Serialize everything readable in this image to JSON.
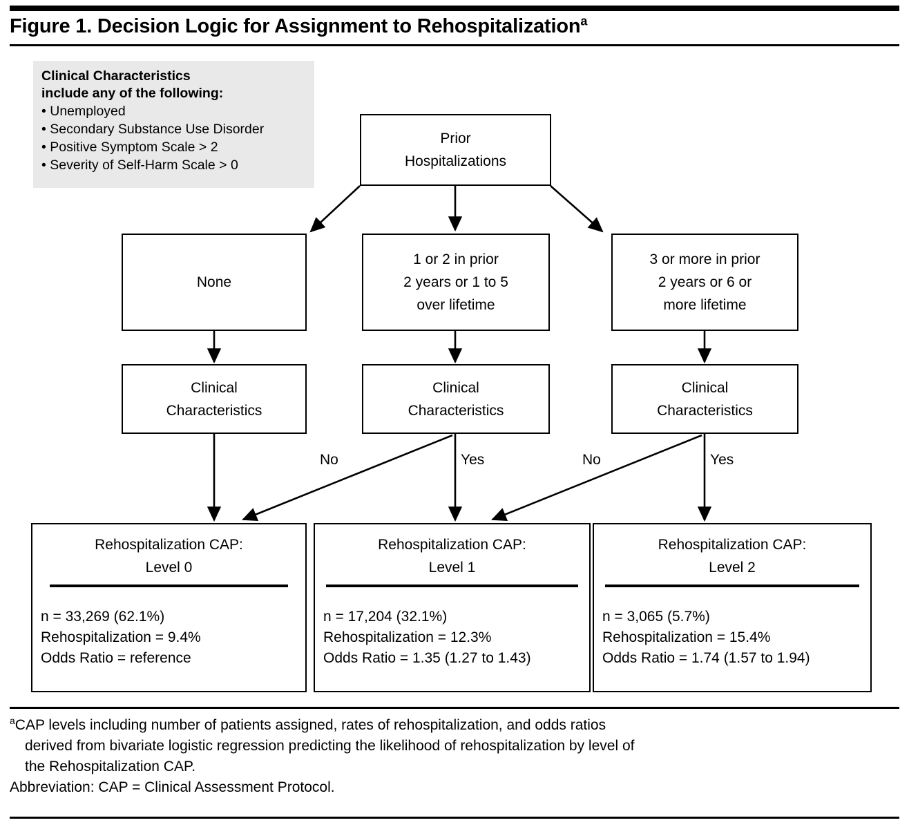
{
  "figure": {
    "title": "Figure 1. Decision Logic for Assignment to Rehospitalization",
    "title_superscript": "a"
  },
  "legend": {
    "heading_line1": "Clinical Characteristics",
    "heading_line2": "include any of the following:",
    "items": [
      "• Unemployed",
      "• Secondary Substance Use Disorder",
      "• Positive Symptom Scale > 2",
      "• Severity of Self-Harm Scale > 0"
    ]
  },
  "flow": {
    "root": {
      "line1": "Prior",
      "line2": "Hospitalizations"
    },
    "branches": [
      {
        "id": "none",
        "line1": "None",
        "line2": "",
        "line3": ""
      },
      {
        "id": "one-or-two",
        "line1": "1 or 2 in prior",
        "line2": "2 years or 1 to 5",
        "line3": "over lifetime"
      },
      {
        "id": "three-or-more",
        "line1": "3 or more in prior",
        "line2": "2  years or 6 or",
        "line3": "more lifetime"
      }
    ],
    "clinical_box": {
      "line1": "Clinical",
      "line2": "Characteristics"
    },
    "edge_labels": {
      "no": "No",
      "yes": "Yes"
    }
  },
  "results": [
    {
      "head_line1": "Rehospitalization CAP:",
      "head_line2": "Level 0",
      "n": "n = 33,269 (62.1%)",
      "rehospitalization": "Rehospitalization = 9.4%",
      "odds_ratio": "Odds Ratio = reference"
    },
    {
      "head_line1": "Rehospitalization CAP:",
      "head_line2": "Level 1",
      "n": "n = 17,204 (32.1%)",
      "rehospitalization": "Rehospitalization = 12.3%",
      "odds_ratio": "Odds Ratio = 1.35 (1.27 to 1.43)"
    },
    {
      "head_line1": "Rehospitalization CAP:",
      "head_line2": "Level 2",
      "n": "n = 3,065 (5.7%)",
      "rehospitalization": "Rehospitalization = 15.4%",
      "odds_ratio": "Odds Ratio = 1.74 (1.57 to 1.94)"
    }
  ],
  "footnote": {
    "marker": "a",
    "line1": "CAP levels including number of patients assigned, rates of rehospitalization, and odds ratios",
    "line2": "derived from bivariate logistic regression predicting the likelihood of rehospitalization by level of",
    "line3": "the Rehospitalization CAP.",
    "line4": "Abbreviation: CAP = Clinical Assessment Protocol."
  },
  "colors": {
    "ink": "#000000",
    "legend_background": "#e9e9e9",
    "page_background": "#ffffff"
  }
}
